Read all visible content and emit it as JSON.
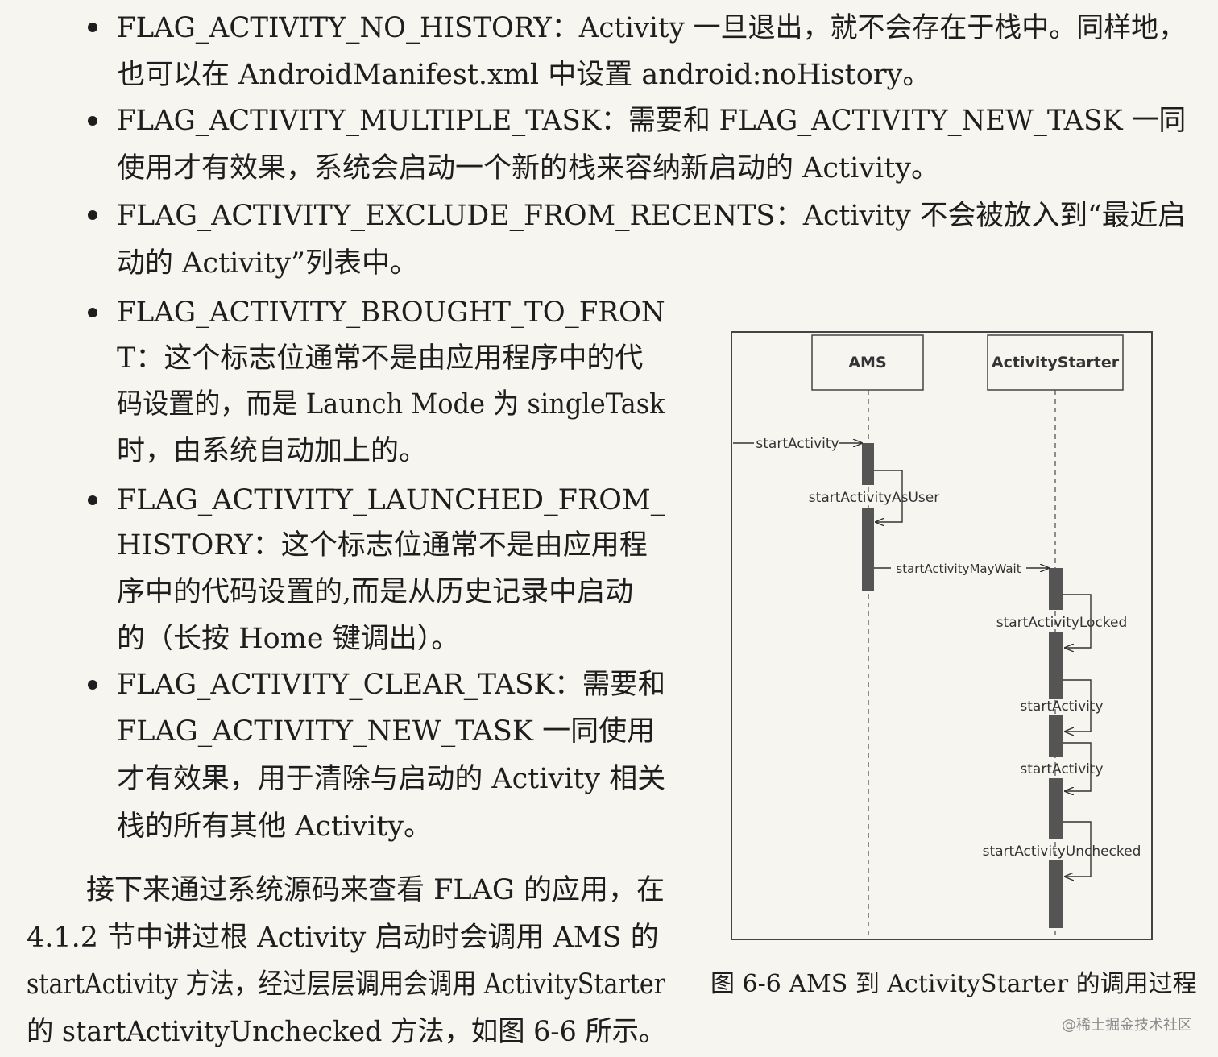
{
  "bullets": [
    {
      "lines": [
        "FLAG_ACTIVITY_NO_HISTORY：Activity 一旦退出，就不会存在于栈中。同样地，",
        "也可以在 AndroidManifest.xml 中设置 android:noHistory。"
      ]
    },
    {
      "lines": [
        "FLAG_ACTIVITY_MULTIPLE_TASK：需要和 FLAG_ACTIVITY_NEW_TASK 一同",
        "使用才有效果，系统会启动一个新的栈来容纳新启动的 Activity。"
      ]
    },
    {
      "lines": [
        "FLAG_ACTIVITY_EXCLUDE_FROM_RECENTS：Activity 不会被放入到“最近启",
        "动的 Activity”列表中。"
      ]
    },
    {
      "lines": [
        "FLAG_ACTIVITY_BROUGHT_TO_FRON",
        "T：这个标志位通常不是由应用程序中的代",
        "码设置的，而是 Launch Mode 为 singleTask",
        "时，由系统自动加上的。"
      ]
    },
    {
      "lines": [
        "FLAG_ACTIVITY_LAUNCHED_FROM_",
        "HISTORY：这个标志位通常不是由应用程",
        "序中的代码设置的,而是从历史记录中启动",
        "的（长按 Home 键调出）。"
      ]
    },
    {
      "lines": [
        "FLAG_ACTIVITY_CLEAR_TASK：需要和",
        "FLAG_ACTIVITY_NEW_TASK 一同使用",
        "才有效果，用于清除与启动的 Activity 相关",
        "栈的所有其他 Activity。"
      ]
    }
  ],
  "paragraph": {
    "lines": [
      "接下来通过系统源码来查看 FLAG 的应用，在",
      "4.1.2 节中讲过根 Activity 启动时会调用 AMS 的",
      "startActivity 方法，经过层层调用会调用 ActivityStarter",
      "的 startActivityUnchecked 方法，如图 6-6 所示。"
    ]
  },
  "figure": {
    "participants": [
      "AMS",
      "ActivityStarter"
    ],
    "messages": [
      "startActivity",
      "startActivityAsUser",
      "startActivityMayWait",
      "startActivityLocked",
      "startActivity",
      "startActivity",
      "startActivityUnchecked"
    ],
    "caption": "图 6-6   AMS 到 ActivityStarter 的调用过程"
  },
  "watermark": "@稀土掘金技术社区"
}
